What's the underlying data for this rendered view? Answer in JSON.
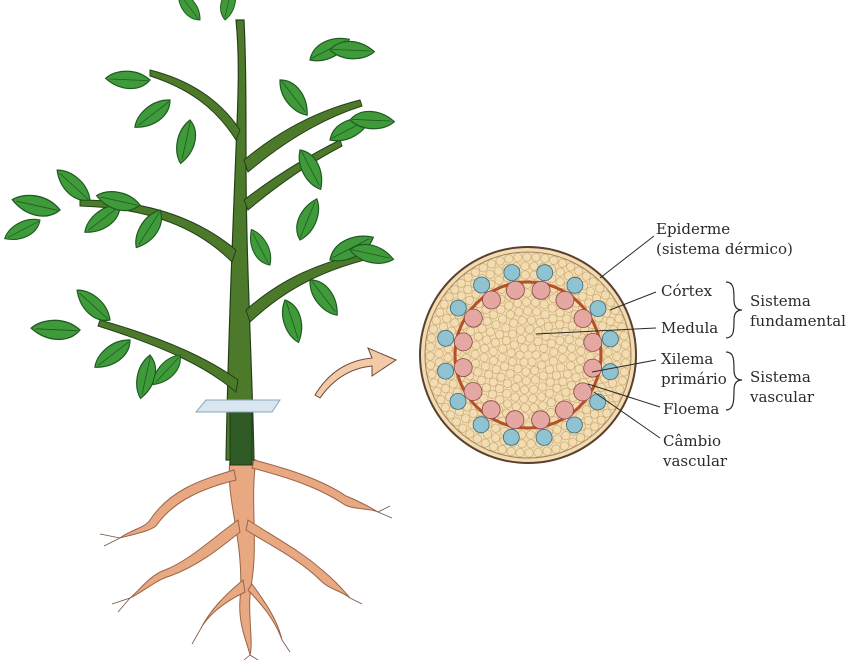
{
  "labels": {
    "epidermis_line1": "Epiderme",
    "epidermis_line2": "(sistema dérmico)",
    "cortex": "Córtex",
    "pith": "Medula",
    "xylem_line1": "Xilema",
    "xylem_line2": "primário",
    "phloem": "Floema",
    "cambium_line1": "Câmbio",
    "cambium_line2": "vascular"
  },
  "groups": {
    "ground_line1": "Sistema",
    "ground_line2": "fundamental",
    "vascular_line1": "Sistema",
    "vascular_line2": "vascular"
  },
  "colors": {
    "leaf": "#3f9a3a",
    "leaf_dark": "#2a6f2a",
    "stem": "#4d7a2a",
    "root": "#e8a882",
    "cortex_fill": "#f3dcb0",
    "cambium_ring": "#b5502a",
    "xylem": "#e5a7a2",
    "phloem": "#8fc3d1",
    "arrow": "#f3c9a8"
  },
  "vascular_bundle_count": 16
}
